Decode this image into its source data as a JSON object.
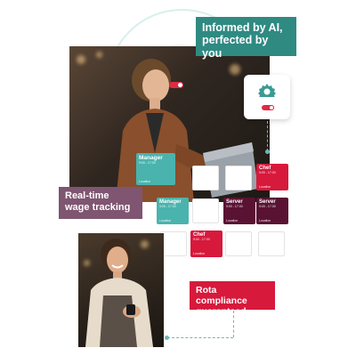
{
  "callouts": {
    "ai": "Informed by AI, perfected by you",
    "wage": "Real-time wage tracking",
    "rota": "Rota compliance guaranteed"
  },
  "shifts": {
    "manager_main": {
      "role": "Manager",
      "time": "9:00 - 17:30",
      "location": "Location"
    },
    "chef_top": {
      "role": "Chef",
      "time": "9:00 - 17:30",
      "location": "Location"
    },
    "manager_2": {
      "role": "Manager",
      "time": "9:00 - 17:30",
      "location": "Location"
    },
    "server_1": {
      "role": "Server",
      "time": "9:00 - 17:30",
      "location": "Location"
    },
    "server_2": {
      "role": "Server",
      "time": "9:00 - 17:30",
      "location": "Location"
    },
    "chef_bottom": {
      "role": "Chef",
      "time": "9:00 - 17:30",
      "location": "Location"
    }
  },
  "colors": {
    "teal": "#4ab3ad",
    "wine": "#5a1233",
    "red": "#d7193c",
    "callout_teal": "#2f8a82",
    "callout_purple": "#7f5571"
  },
  "icons": {
    "gear": "gear-icon",
    "toggle": "toggle-switch-icon"
  }
}
